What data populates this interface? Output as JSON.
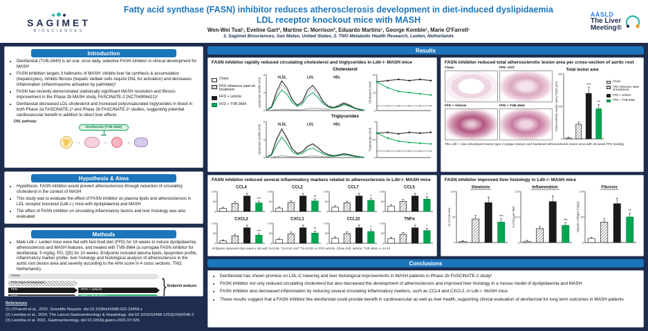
{
  "header": {
    "title": "Fatty acid synthase (FASN) inhibitor reduces atherosclerosis development in diet-induced dyslipidaemia LDL receptor knockout mice with MASH",
    "authors": "Wen-Wei Tsai¹, Eveline Gart², Martine C. Morrison², Eduardo Martins¹, George Kemble¹, Marie O'Farrell¹",
    "affiliations": "1. Sagimet Biosciences, San Mateo, United States, 2. TNO Metabolic Health Research, Leiden, Netherlands",
    "logo_left": {
      "brand": "SAGIMET",
      "sub": "BIOSCIENCES"
    },
    "logo_right": {
      "org": "AASLD",
      "event_line1": "The Liver",
      "event_line2": "Meeting®"
    }
  },
  "intro": {
    "title": "Introduction",
    "bullets": [
      "Denifanstat (TVB-2640) is an oral, once daily, selective FASN inhibitor in clinical development for MASH",
      "FASN inhibition targets 3 hallmarks of MASH: inhibits liver fat synthesis & accumulation (hepatocytes), inhibits fibrosis (hepatic stellate cells require DNL for activation) and decreases inflammation (inflammasome activation by palmitate)¹",
      "FASN has recently demonstrated statistically significant MASH resolution and fibrosis improvement in the Phase 2b MASH study, FASCINATE-2 (NCT04906421)²",
      "Denifanstat decreased LDL-cholesterol and increased polyunsaturated triglycerides in blood in both Phase 2a FASCINATE-1³ and Phase 2b FASCINATE-2² studies, suggesting potential cardiovascular benefit in addition to direct liver effects"
    ],
    "diagram": {
      "dnl_label": "DNL pathway",
      "drug_label": "Denifanstat (TVB-2640)"
    }
  },
  "hypothesis": {
    "title": "Hypothesis & Aims",
    "bullets": [
      "Hypothesis: FASN inhibitor would prevent atherosclerosis through reduction of circulating cholesterol in the context of MASH",
      "This study was to evaluate the effect of FASN inhibitor on plasma lipids and atherosclerosis in LDL receptor knockout (Ldlr-/-) mice with dyslipidaemia and MASH",
      "The effect of FASN inhibitor on circulating inflammatory factors and liver histology was also evaluated"
    ]
  },
  "methods": {
    "title": "Methods",
    "bullets": [
      "Male Ldlr-/- Leiden mice were fed with fast-food diet (FFD) for 18 weeks to induce dyslipidaemia, atherosclerosis and MASH features, and treated with TVB-3664 (a surrogate FASN inhibitor for denifanstat, 5 mg/kg, PO, QD) for 10 weeks. Endpoints included plasma lipids, lipoprotein profile, inflammatory marker profile, liver histology and histological analysis of atherosclerosis in the aortic root (lesion area and severity according to the AHA score in 4 cross sections, TNO, Netherlands)."
    ],
    "timeline": {
      "chow": "Chow",
      "sot": "FFD start-of-treatment",
      "ffd": "FFD",
      "vehicle": "FFD + vehicle",
      "tvb": "FFD + TVB-3664",
      "endpoint": "Endpoint analysis"
    }
  },
  "results": {
    "title": "Results",
    "legend": [
      {
        "label": "Chow",
        "style": "white"
      },
      {
        "label": "FFD reference start-of-treatment",
        "style": "hatch"
      },
      {
        "label": "FFD + vehicle",
        "style": "black"
      },
      {
        "label": "FFD + TVB-3664",
        "style": "green"
      }
    ],
    "panel_lipids": {
      "title": "FASN inhibitor rapidly reduced circulating cholesterol and triglycerides in Ldlr-/- MASH mice",
      "row1_label": "Cholesterol",
      "row2_label": "Triglycerides"
    },
    "panel_lesion": {
      "title": "FASN inhibitor reduced total atherosclerotic lesion area per cross-section of aortic root",
      "images": [
        "Chow",
        "FFD -SOT",
        "FFD + Vehicle",
        "FFD + TVB-3664"
      ],
      "caption": "The Ldlr-/- mice developed severe type V plaque lesions and hardened atherosclerotic lesion area with 28-week FFD feeding"
    },
    "panel_inflammation": {
      "title": "FASN inhibitor reduced several inflammatory markers related to atherosclerosis in Ldlr-/- MASH mice",
      "footnote": "All figures represent data mean ± SD with *p<0.05, **p<0.01 and ***p<0.001 vs FFD-vehicle. Chow (ref), vehicle, TVB-3664, n=14-15"
    },
    "panel_histology": {
      "title": "FASN inhibitor improved liver histology in Ldlr-/- MASH mice"
    }
  },
  "conclusions": {
    "title": "Conclusions",
    "bullets": [
      "Denifanstat has shown promise on LDL-C lowering and liver histological improvements in MASH patients in Phase 2b FASCINATE-2 study²",
      "FASN inhibitor not only reduced circulating cholesterol but also decreased the development of atherosclerosis and improved liver histology in a mouse model of dyslipidaemia and MASH",
      "FASN inhibitor also decreased inflammation by reducing several circulating inflammatory markers, such as CCL4 and CXCL2, in Ldlr-/- MASH mice",
      "These results suggest that a FASN inhibitor like denifanstat could provide benefit in cardiovascular as well as liver health, supporting clinical evaluation of denifanstat for long term outcomes in MASH patients"
    ]
  },
  "references": {
    "title": "References",
    "items": [
      "(1) O'Farrell et al., 2022. Scientific Reports. doi:10.1038/s41598-022-19459-z",
      "(2) Loomba et al., 2024. The Lancet Gastroenterology & Hepatology. doi:10.1016/S2468-1253(24)00246-2",
      "(3) Loomba et al. 2021. Gastroenterology. doi:10.1053/j.gastro.2021.07.025"
    ]
  },
  "colors": {
    "poster_bg": "#1e2c4e",
    "accent_blue": "#1b75bb",
    "green": "#00a651",
    "teal": "#2bb5ac",
    "orange": "#f7941d"
  },
  "chart_data": {
    "cholesterol_profile": {
      "type": "line",
      "ylabel": "Lipoprotein profile (mM)",
      "ylim": [
        0,
        8
      ],
      "x": [
        1,
        2,
        3,
        4,
        5,
        6,
        7,
        8,
        9,
        10,
        11,
        12,
        13,
        14,
        15,
        16,
        17,
        18,
        19,
        20
      ],
      "annotations": [
        {
          "label": "VLDL",
          "x": 0.16
        },
        {
          "label": "LDL",
          "x": 0.45
        },
        {
          "label": "HDL",
          "x": 0.72
        }
      ],
      "series": [
        {
          "name": "Chow",
          "color": "#9a9a9a",
          "values": [
            0.05,
            0.1,
            0.2,
            0.3,
            0.25,
            0.2,
            0.15,
            0.2,
            0.4,
            0.5,
            0.45,
            0.35,
            0.3,
            0.6,
            1.3,
            1.8,
            1.4,
            0.7,
            0.3,
            0.1
          ]
        },
        {
          "name": "FFD reference start-of-treatment",
          "color": "#c2c2c2",
          "values": [
            0.1,
            0.7,
            3.5,
            5.8,
            4.5,
            2.2,
            1.1,
            1.8,
            4.0,
            5.0,
            3.6,
            1.8,
            0.9,
            0.6,
            0.9,
            1.5,
            1.1,
            0.6,
            0.3,
            0.1
          ]
        },
        {
          "name": "FFD + vehicle",
          "color": "#1a1a1a",
          "values": [
            0.1,
            0.8,
            4.2,
            6.6,
            5.1,
            2.5,
            1.2,
            2.0,
            4.6,
            5.6,
            4.1,
            2.0,
            1.0,
            0.7,
            1.0,
            1.6,
            1.2,
            0.6,
            0.3,
            0.1
          ]
        },
        {
          "name": "FFD + TVB-3664",
          "color": "#00a651",
          "values": [
            0.1,
            0.6,
            2.9,
            4.6,
            3.6,
            1.8,
            0.9,
            1.5,
            3.2,
            4.0,
            2.9,
            1.5,
            0.8,
            0.5,
            0.8,
            1.3,
            1.0,
            0.5,
            0.2,
            0.1
          ]
        }
      ]
    },
    "cholesterol_time": {
      "type": "line",
      "ylabel": "Cholesterol (mM)",
      "ylim": [
        0,
        30
      ],
      "markers": true,
      "x": [
        0,
        2,
        4,
        6,
        8,
        10
      ],
      "series": [
        {
          "name": "Chow",
          "color": "#9a9a9a",
          "values": [
            4,
            4,
            4,
            4,
            4,
            4
          ]
        },
        {
          "name": "FFD + vehicle",
          "color": "#1a1a1a",
          "values": [
            24,
            25,
            26,
            25,
            26,
            25
          ]
        },
        {
          "name": "FFD + TVB-3664",
          "color": "#00a651",
          "values": [
            24,
            19,
            16,
            15,
            14,
            13
          ]
        }
      ]
    },
    "triglycerides_profile": {
      "type": "line",
      "ylabel": "Lipoprotein profile (mM)",
      "ylim": [
        0,
        6
      ],
      "x": [
        1,
        2,
        3,
        4,
        5,
        6,
        7,
        8,
        9,
        10,
        11,
        12,
        13,
        14,
        15,
        16,
        17,
        18,
        19,
        20
      ],
      "annotations": [
        {
          "label": "VLDL",
          "x": 0.16
        },
        {
          "label": "LDL",
          "x": 0.45
        },
        {
          "label": "HDL",
          "x": 0.72
        }
      ],
      "series": [
        {
          "name": "Chow",
          "color": "#9a9a9a",
          "values": [
            0.02,
            0.05,
            0.15,
            0.3,
            0.22,
            0.12,
            0.08,
            0.1,
            0.2,
            0.28,
            0.22,
            0.15,
            0.12,
            0.18,
            0.35,
            0.5,
            0.4,
            0.2,
            0.1,
            0.04
          ]
        },
        {
          "name": "FFD reference start-of-treatment",
          "color": "#c2c2c2",
          "values": [
            0.05,
            0.45,
            2.8,
            4.4,
            3.0,
            1.3,
            0.6,
            0.9,
            1.7,
            2.1,
            1.5,
            0.8,
            0.45,
            0.28,
            0.4,
            0.6,
            0.45,
            0.28,
            0.12,
            0.05
          ]
        },
        {
          "name": "FFD + vehicle",
          "color": "#1a1a1a",
          "values": [
            0.05,
            0.5,
            3.1,
            4.8,
            3.3,
            1.5,
            0.7,
            1.0,
            1.9,
            2.3,
            1.7,
            0.9,
            0.5,
            0.3,
            0.45,
            0.65,
            0.5,
            0.3,
            0.15,
            0.05
          ]
        },
        {
          "name": "FFD + TVB-3664",
          "color": "#00a651",
          "values": [
            0.05,
            0.35,
            2.1,
            3.4,
            2.3,
            1.0,
            0.5,
            0.7,
            1.3,
            1.6,
            1.1,
            0.6,
            0.35,
            0.2,
            0.3,
            0.45,
            0.35,
            0.2,
            0.1,
            0.05
          ]
        }
      ]
    },
    "triglycerides_time": {
      "type": "line",
      "ylabel": "Triglycerides (mM)",
      "ylim": [
        0,
        5
      ],
      "markers": true,
      "x": [
        0,
        2,
        4,
        6,
        8,
        10
      ],
      "series": [
        {
          "name": "Chow",
          "color": "#9a9a9a",
          "values": [
            0.9,
            0.9,
            0.9,
            0.9,
            0.9,
            0.9
          ]
        },
        {
          "name": "FFD + vehicle",
          "color": "#1a1a1a",
          "values": [
            3.4,
            3.5,
            3.3,
            3.5,
            3.4,
            3.5
          ]
        },
        {
          "name": "FFD + TVB-3664",
          "color": "#00a651",
          "values": [
            3.4,
            2.7,
            2.3,
            2.1,
            2.0,
            1.9
          ]
        }
      ]
    },
    "lesion_area": {
      "type": "bar",
      "title": "Total lesion area",
      "ylabel": "Atherosclerotic lesion area (*1000 µm²)",
      "categories": [
        "Chow",
        "FFD reference start-of-treatment",
        "FFD + vehicle",
        "FFD + TVB-3664"
      ],
      "values": [
        5,
        90,
        280,
        185
      ],
      "fills": [
        "white",
        "hatch",
        "black",
        "green"
      ],
      "sig": [
        "",
        "",
        "***",
        "**"
      ],
      "ylim": [
        0,
        400
      ]
    },
    "inflammation": [
      {
        "type": "bar",
        "title": "CCL4",
        "values": [
          20,
          52,
          100,
          55
        ],
        "fills": [
          "white",
          "hatch",
          "black",
          "green"
        ],
        "sig": [
          "",
          "",
          "",
          "***"
        ],
        "ylim": [
          0,
          130
        ]
      },
      {
        "type": "bar",
        "title": "CCL2",
        "values": [
          22,
          58,
          100,
          68
        ],
        "fills": [
          "white",
          "hatch",
          "black",
          "green"
        ],
        "sig": [
          "",
          "",
          "",
          "**"
        ],
        "ylim": [
          0,
          130
        ]
      },
      {
        "type": "bar",
        "title": "CCL7",
        "values": [
          28,
          55,
          100,
          72
        ],
        "fills": [
          "white",
          "hatch",
          "black",
          "green"
        ],
        "sig": [
          "",
          "",
          "",
          "*"
        ],
        "ylim": [
          0,
          130
        ]
      },
      {
        "type": "bar",
        "title": "CCL5",
        "values": [
          35,
          65,
          100,
          80
        ],
        "fills": [
          "white",
          "hatch",
          "black",
          "green"
        ],
        "sig": [
          "",
          "",
          "",
          "*"
        ],
        "ylim": [
          0,
          130
        ]
      },
      {
        "type": "bar",
        "title": "CXCL2",
        "values": [
          15,
          48,
          100,
          52
        ],
        "fills": [
          "white",
          "hatch",
          "black",
          "green"
        ],
        "sig": [
          "",
          "",
          "",
          "***"
        ],
        "ylim": [
          0,
          130
        ]
      },
      {
        "type": "bar",
        "title": "CXCL1",
        "values": [
          24,
          60,
          100,
          66
        ],
        "fills": [
          "white",
          "hatch",
          "black",
          "green"
        ],
        "sig": [
          "",
          "",
          "",
          "**"
        ],
        "ylim": [
          0,
          130
        ]
      },
      {
        "type": "bar",
        "title": "CCL22",
        "values": [
          32,
          62,
          100,
          76
        ],
        "fills": [
          "white",
          "hatch",
          "black",
          "green"
        ],
        "sig": [
          "",
          "",
          "",
          "*"
        ],
        "ylim": [
          0,
          130
        ]
      },
      {
        "type": "bar",
        "title": "TNFα",
        "values": [
          30,
          58,
          100,
          82
        ],
        "fills": [
          "white",
          "hatch",
          "black",
          "green"
        ],
        "sig": [
          "",
          "",
          "",
          "*"
        ],
        "ylim": [
          0,
          130
        ]
      }
    ],
    "histology": [
      {
        "type": "bar",
        "title": "Steatosis",
        "underline": true,
        "ylabel": "% of total area",
        "values": [
          2,
          46,
          78,
          40
        ],
        "fills": [
          "white",
          "hatch",
          "black",
          "green"
        ],
        "sig": [
          "",
          "",
          "",
          "***"
        ],
        "ylim": [
          0,
          100
        ]
      },
      {
        "type": "bar",
        "title": "Inflammation",
        "underline": true,
        "ylabel": "# of foci per field",
        "values": [
          3,
          34,
          100,
          42
        ],
        "fills": [
          "white",
          "hatch",
          "black",
          "green"
        ],
        "sig": [
          "",
          "",
          "",
          "***"
        ],
        "ylim": [
          0,
          125
        ]
      },
      {
        "type": "bar",
        "title": "Fibrosis",
        "underline": true,
        "ylabel": "Hepatic collagen (mg/g)",
        "values": [
          8,
          40,
          76,
          50
        ],
        "fills": [
          "white",
          "hatch",
          "black",
          "green"
        ],
        "sig": [
          "",
          "",
          "",
          "**"
        ],
        "ylim": [
          0,
          100
        ]
      }
    ]
  }
}
